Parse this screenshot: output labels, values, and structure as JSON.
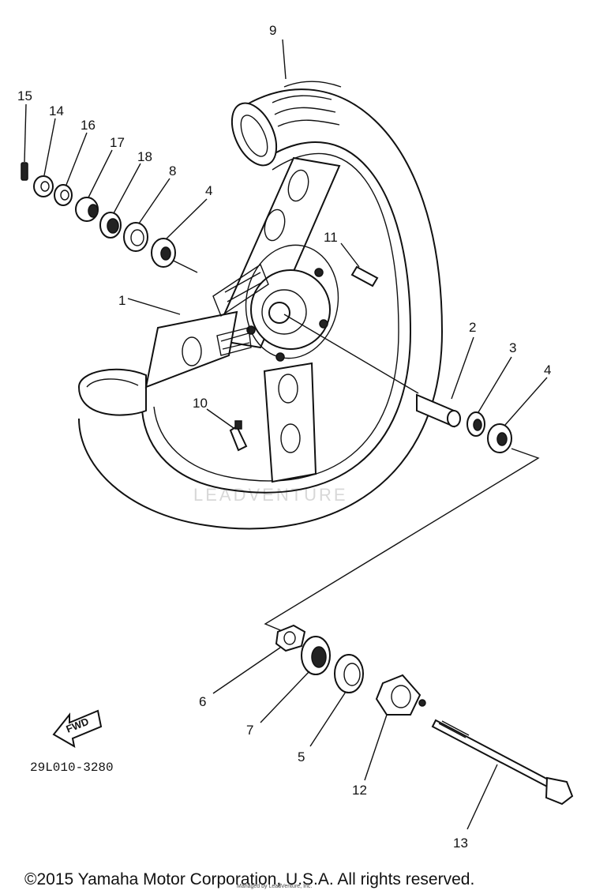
{
  "diagram": {
    "callouts": {
      "c1": "1",
      "c2": "2",
      "c3": "3",
      "c4a": "4",
      "c4b": "4",
      "c5": "5",
      "c6": "6",
      "c7": "7",
      "c8": "8",
      "c9": "9",
      "c10": "10",
      "c11": "11",
      "c12": "12",
      "c13": "13",
      "c14": "14",
      "c15": "15",
      "c16": "16",
      "c17": "17",
      "c18": "18"
    },
    "part_code": "29L010-3280",
    "fwd_label": "FWD",
    "watermark": "LEADVENTURE",
    "tiny_note": "Managed by LeadVenture, Inc.",
    "copyright": "©2015 Yamaha Motor Corporation, U.S.A. All rights reserved."
  }
}
